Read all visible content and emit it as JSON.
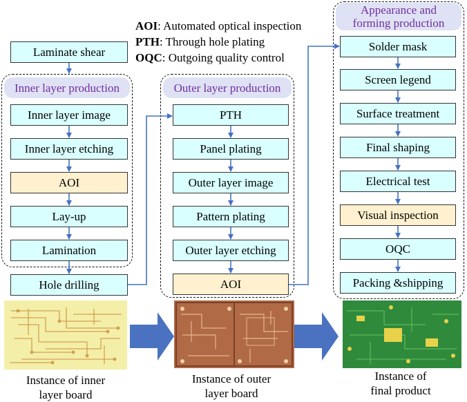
{
  "legend": [
    {
      "abbr": "AOI",
      "text": ": Automated optical inspection"
    },
    {
      "abbr": "PTH",
      "text": ": Through hole plating"
    },
    {
      "abbr": "OQC",
      "text": ": Outgoing quality control"
    }
  ],
  "steps": {
    "laminate_shear": "Laminate shear",
    "hole_drilling": "Hole drilling"
  },
  "groups": {
    "inner": {
      "title": "Inner layer production",
      "steps": [
        "Inner layer image",
        "Inner layer etching",
        "AOI",
        "Lay-up",
        "Lamination"
      ]
    },
    "outer": {
      "title": "Outer layer production",
      "steps": [
        "PTH",
        "Panel plating",
        "Outer layer image",
        "Pattern plating",
        "Outer layer etching",
        "AOI"
      ]
    },
    "final": {
      "title_line1": "Appearance and",
      "title_line2": "forming production",
      "steps": [
        "Solder mask",
        "Screen legend",
        "Surface treatment",
        "Final shaping",
        "Electrical test",
        "Visual inspection",
        "OQC",
        "Packing &shipping"
      ]
    }
  },
  "captions": {
    "inner": {
      "line1": "Instance of inner",
      "line2": "layer board"
    },
    "outer": {
      "line1": "Instance of outer",
      "line2": "layer board"
    },
    "final": {
      "line1": "Instance of",
      "line2": "final product"
    }
  },
  "colors": {
    "step_fill": "#d9ffff",
    "inspection_fill": "#fff1cf",
    "group_title_fill": "#dfe1f4",
    "group_title_text": "#7030a0",
    "arrow": "#4472c4",
    "transition_arrow": "#4a72c0",
    "inner_board": "#f4efa8",
    "outer_board": "#b06a45",
    "final_board": "#2f8a3c"
  }
}
